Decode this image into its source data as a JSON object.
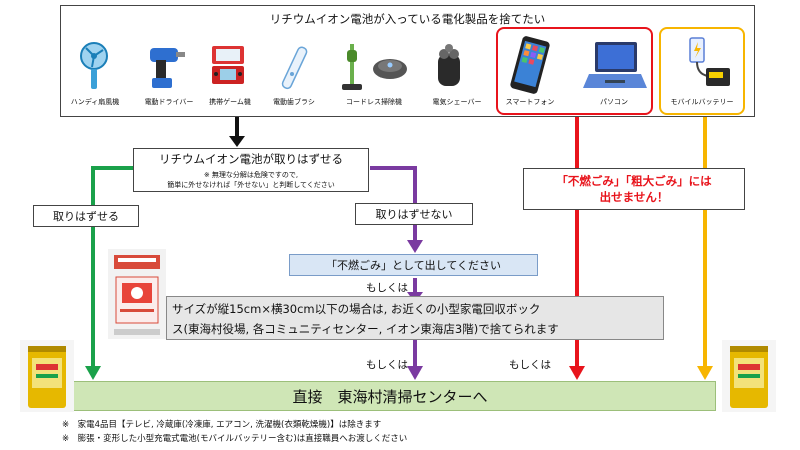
{
  "title": "リチウムイオン電池が入っている電化製品を捨てたい",
  "products": [
    {
      "label": "ハンディ扇風機",
      "icon": "handy-fan-icon"
    },
    {
      "label": "電動ドライバー",
      "icon": "electric-driver-icon"
    },
    {
      "label": "携帯ゲーム機",
      "icon": "portable-game-icon"
    },
    {
      "label": "電動歯ブラシ",
      "icon": "electric-toothbrush-icon"
    },
    {
      "label": "コードレス掃除機",
      "icon": "cordless-vacuum-icon"
    },
    {
      "label": "電気シェーバー",
      "icon": "electric-shaver-icon"
    },
    {
      "label": "スマートフォン",
      "icon": "smartphone-icon"
    },
    {
      "label": "パソコン",
      "icon": "laptop-icon"
    },
    {
      "label": "モバイルバッテリー",
      "icon": "mobile-battery-icon"
    }
  ],
  "question": {
    "main": "リチウムイオン電池が取りはずせる",
    "note1": "※ 無理な分解は危険ですので,",
    "note2": "簡単に外せなければ「外せない」と判断してください"
  },
  "yes_label": "取りはずせる",
  "no_label": "取りはずせない",
  "warning": {
    "line1": "「不燃ごみ」「粗大ごみ」には",
    "line2": "出せません！"
  },
  "funen": "「不燃ごみ」として出してください",
  "or_label": "もしくは",
  "recycle_box": {
    "line1": "サイズが縦15cm×横30cm以下の場合は, お近くの小型家電回収ボック",
    "line2": "ス(東海村役場, 各コミュニティセンター, イオン東海店3階)で捨てられます"
  },
  "destination": "直接　東海村清掃センターへ",
  "footnotes": [
    "※　家電4品目【テレビ, 冷蔵庫(冷凍庫, エアコン, 洗濯機(衣類乾燥機)】は除きます",
    "※　膨張・変形した小型充電式電池(モバイルバッテリー含む)は直接職員へお渡しください"
  ],
  "colors": {
    "green": "#1aa14a",
    "purple": "#7a3aa0",
    "red": "#e8141c",
    "orange": "#f7b500",
    "box_blue": "#d9e6f5",
    "box_gray": "#e6e6e6",
    "dest_green": "#cfe6b6"
  }
}
